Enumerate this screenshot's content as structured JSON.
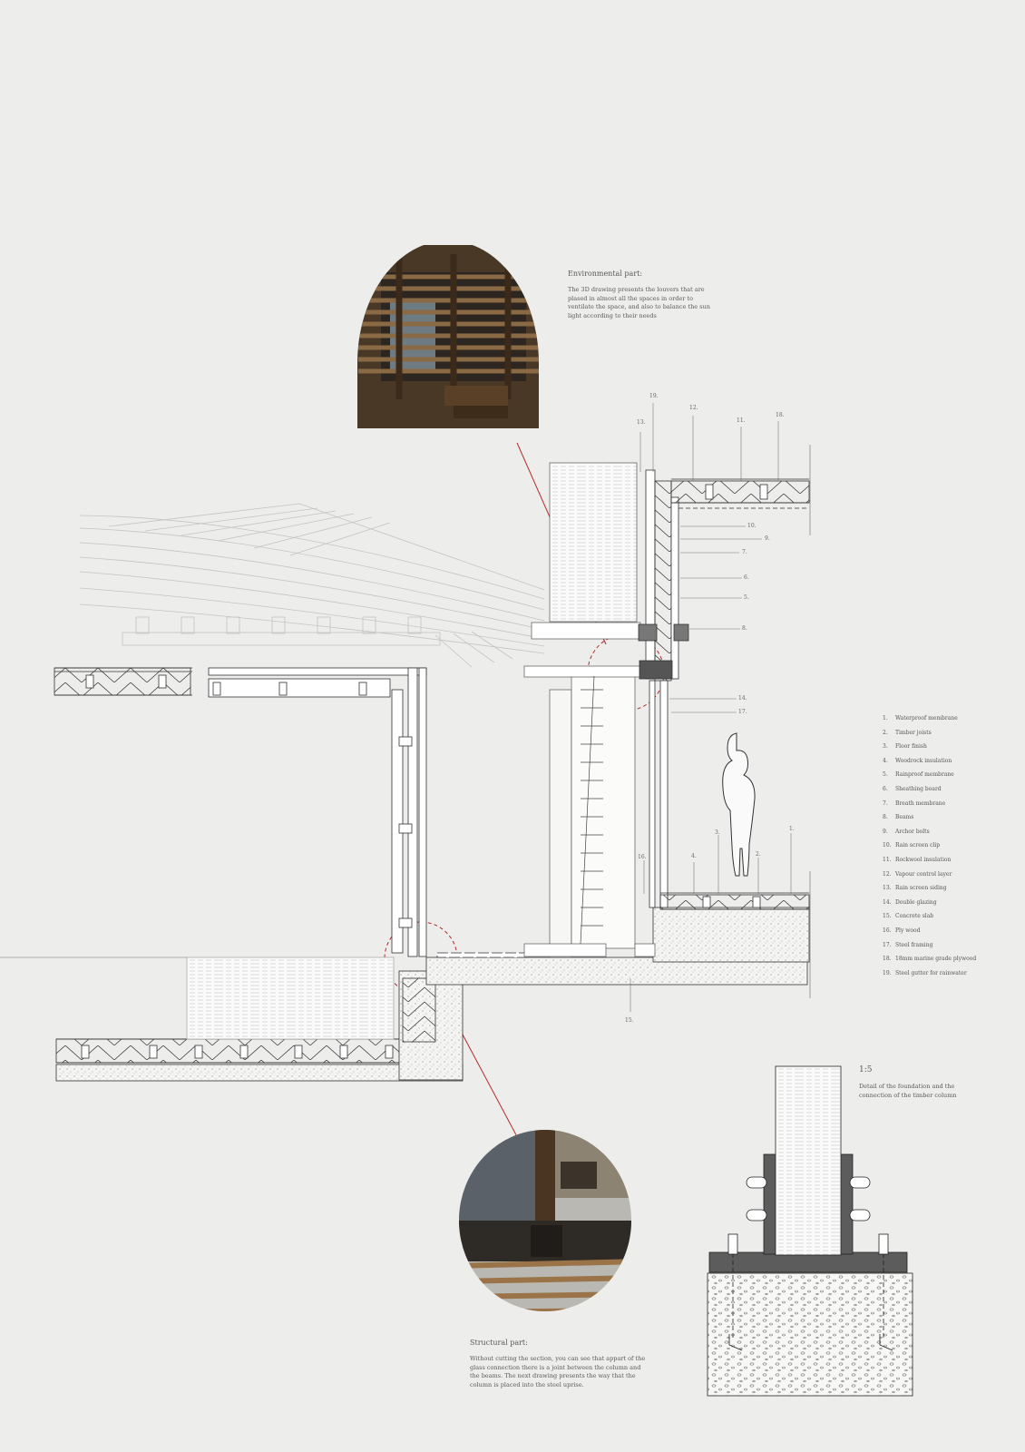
{
  "environmental": {
    "title": "Environmental part:",
    "body": "The 3D drawing presents the louvers that are plased in almost all the spaces in order to ventilate the space, and also to balance the sun light according to their needs"
  },
  "structural": {
    "title": "Structural part:",
    "body": "Without cutting the section, you can see that appart of the glass connection there is a joint between the column and the beams. The next drawing presents the way that the column is placed into the steel uprise."
  },
  "detail": {
    "scale": "1:5",
    "caption": "Detail of the foundation and the connection of the timber column"
  },
  "legend": [
    {
      "num": "1.",
      "label": "Waterproof membrane"
    },
    {
      "num": "2.",
      "label": "Timber joists"
    },
    {
      "num": "3.",
      "label": "Floor finish"
    },
    {
      "num": "4.",
      "label": "Woodrock insulation"
    },
    {
      "num": "5.",
      "label": "Rainproof membrane"
    },
    {
      "num": "6.",
      "label": "Sheathing board"
    },
    {
      "num": "7.",
      "label": "Breath membrane"
    },
    {
      "num": "8.",
      "label": "Beams"
    },
    {
      "num": "9.",
      "label": "Archor bolts"
    },
    {
      "num": "10.",
      "label": "Rain screen clip"
    },
    {
      "num": "11.",
      "label": "Rockwool insulation"
    },
    {
      "num": "12.",
      "label": "Vapour control layer"
    },
    {
      "num": "13.",
      "label": "Rain screen siding"
    },
    {
      "num": "14.",
      "label": "Double glazing"
    },
    {
      "num": "15.",
      "label": "Concrete slab"
    },
    {
      "num": "16.",
      "label": "Ply wood"
    },
    {
      "num": "17.",
      "label": "Steel framing"
    },
    {
      "num": "18.",
      "label": "18mm marine grade plywood"
    },
    {
      "num": "19.",
      "label": "Steel gutter for rainwater"
    }
  ],
  "callouts": {
    "c19": "19.",
    "c12": "12.",
    "c11": "11.",
    "c18": "18.",
    "c13": "13.",
    "c10": "10.",
    "c9": "9.",
    "c7": "7.",
    "c6": "6.",
    "c5": "5.",
    "c8": "8.",
    "c14": "14.",
    "c17": "17.",
    "c16": "16.",
    "c4": "4.",
    "c3": "3.",
    "c2": "2.",
    "c1": "1.",
    "c15": "15."
  },
  "colors": {
    "background": "#ededec",
    "accent": "#b32b2b",
    "wood": "#6b4a2b"
  }
}
